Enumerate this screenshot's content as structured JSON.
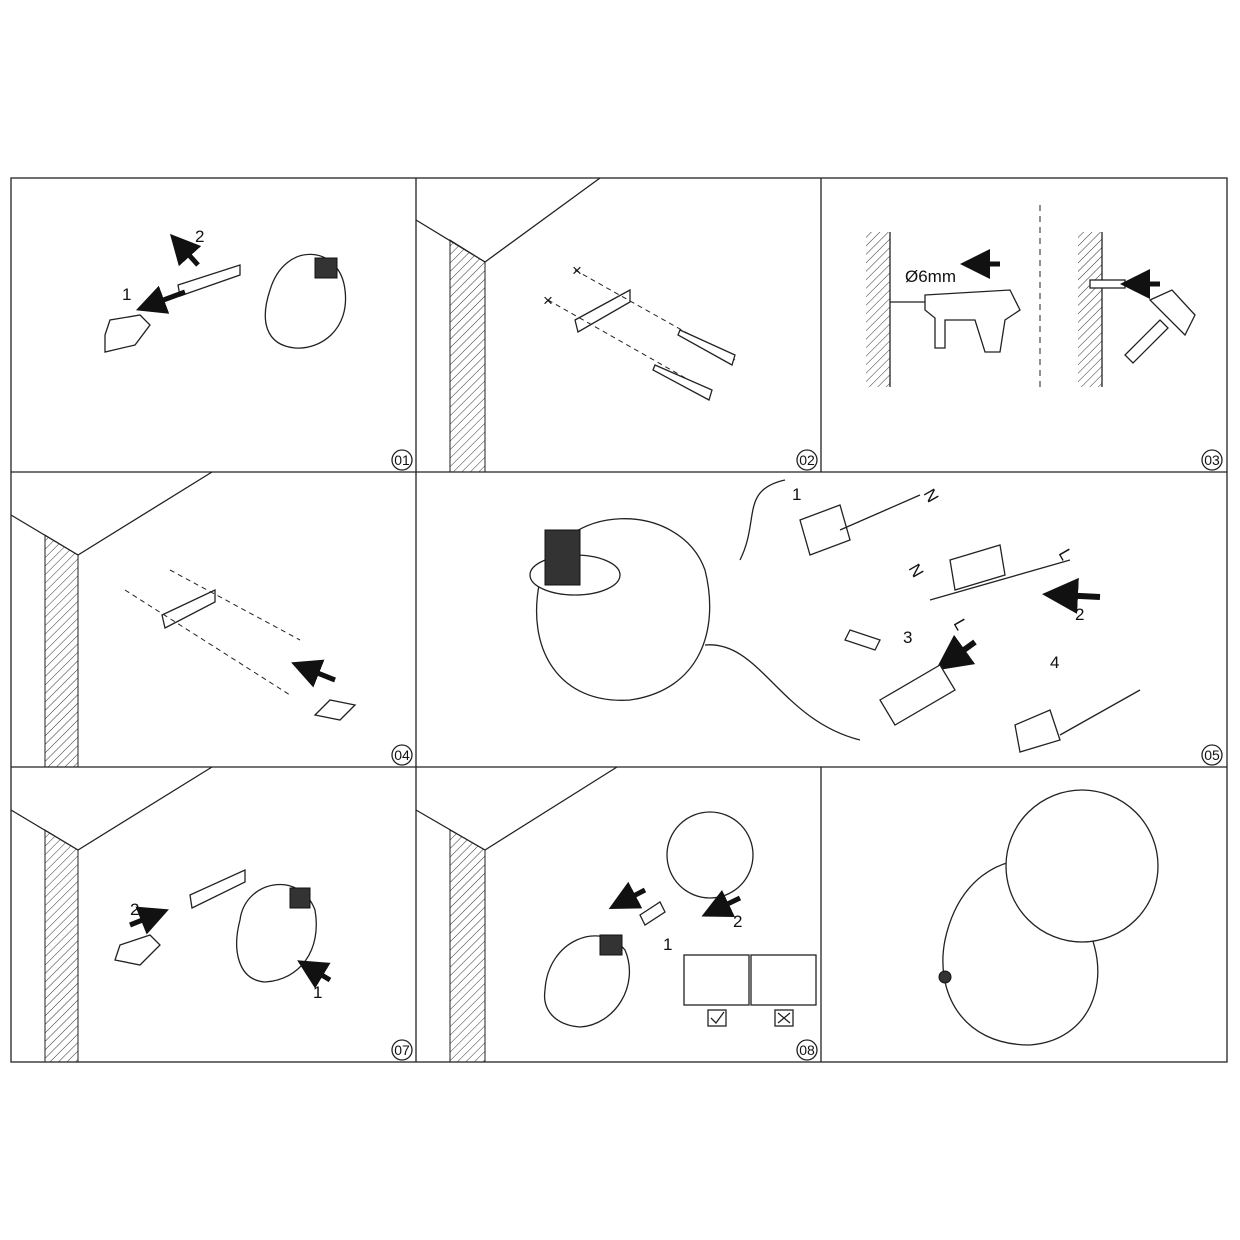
{
  "title": "Wall lamp installation steps",
  "colors": {
    "line": "#222222",
    "background": "#ffffff"
  },
  "steps": [
    {
      "number": "01",
      "labels": [
        "1",
        "2"
      ]
    },
    {
      "number": "02",
      "labels": []
    },
    {
      "number": "03",
      "labels": [
        "Ø6mm"
      ]
    },
    {
      "number": "04",
      "labels": []
    },
    {
      "number": "05",
      "labels": [
        "1",
        "2",
        "3",
        "4",
        "N",
        "L",
        "N",
        "L"
      ]
    },
    {
      "number": "07",
      "labels": [
        "2",
        "1"
      ]
    },
    {
      "number": "08",
      "labels": [
        "1",
        "2"
      ]
    }
  ]
}
